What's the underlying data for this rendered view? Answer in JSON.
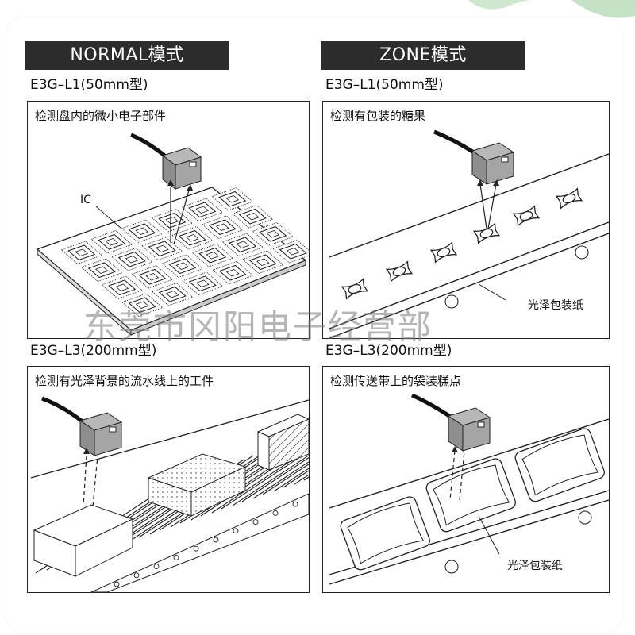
{
  "colors": {
    "header_bg": "#2c2c2c",
    "header_text": "#ffffff",
    "line": "#222222",
    "sensor_body": "#9a9a9a"
  },
  "left": {
    "header": "NORMAL模式",
    "top": {
      "model": "E3G–L1(50mm型)",
      "caption": "检测盘内的微小电子部件",
      "ic_label": "IC"
    },
    "bottom": {
      "model": "E3G–L3(200mm型)",
      "caption": "检测有光泽背景的流水线上的工件"
    }
  },
  "right": {
    "header": "ZONE模式",
    "top": {
      "model": "E3G–L1(50mm型)",
      "caption": "检测有包装的糖果",
      "label": "光泽包装纸"
    },
    "bottom": {
      "model": "E3G–L3(200mm型)",
      "caption": "检测传送带上的袋装糕点",
      "label": "光泽包装纸"
    }
  },
  "watermark": "东莞市冈阳电子经营部"
}
